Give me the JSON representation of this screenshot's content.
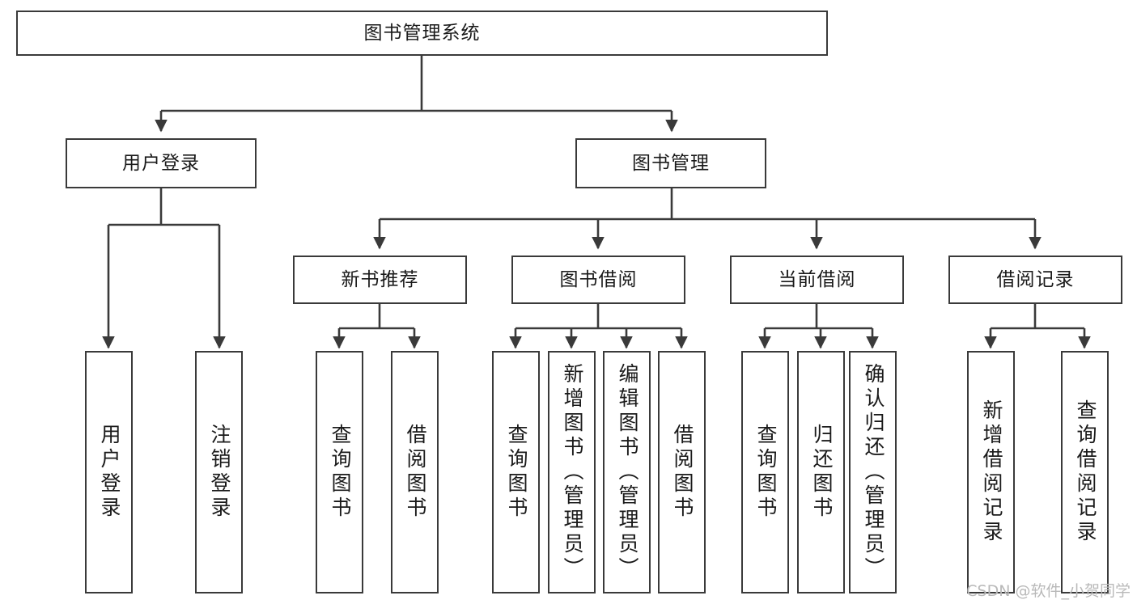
{
  "diagram": {
    "title_node": {
      "label": "图书管理系统"
    },
    "level2": [
      {
        "id": "user-login",
        "label": "用户登录"
      },
      {
        "id": "book-management",
        "label": "图书管理"
      }
    ],
    "level3": [
      {
        "id": "new-book-recommend",
        "label": "新书推荐"
      },
      {
        "id": "book-borrow",
        "label": "图书借阅"
      },
      {
        "id": "current-borrow",
        "label": "当前借阅"
      },
      {
        "id": "borrow-record",
        "label": "借阅记录"
      }
    ],
    "leaves": [
      {
        "id": "leaf-user-login",
        "label": "用户登录",
        "parent": "user-login"
      },
      {
        "id": "leaf-logout-login",
        "label": "注销登录",
        "parent": "user-login"
      },
      {
        "id": "leaf-query-book-1",
        "label": "查询图书",
        "parent": "new-book-recommend"
      },
      {
        "id": "leaf-borrow-book-1",
        "label": "借阅图书",
        "parent": "new-book-recommend"
      },
      {
        "id": "leaf-query-book-2",
        "label": "查询图书",
        "parent": "book-borrow"
      },
      {
        "id": "leaf-add-book",
        "label": "新增图书（管理员）",
        "parent": "book-borrow"
      },
      {
        "id": "leaf-edit-book",
        "label": "编辑图书（管理员）",
        "parent": "book-borrow"
      },
      {
        "id": "leaf-borrow-book-2",
        "label": "借阅图书",
        "parent": "book-borrow"
      },
      {
        "id": "leaf-query-book-3",
        "label": "查询图书",
        "parent": "current-borrow"
      },
      {
        "id": "leaf-return-book",
        "label": "归还图书",
        "parent": "current-borrow"
      },
      {
        "id": "leaf-confirm-return",
        "label": "确认归还（管理员）",
        "parent": "current-borrow"
      },
      {
        "id": "leaf-add-borrow-record",
        "label": "新增借阅记录",
        "parent": "borrow-record"
      },
      {
        "id": "leaf-query-borrow-record",
        "label": "查询借阅记录",
        "parent": "borrow-record"
      }
    ],
    "watermark": "CSDN @软件_小贺同学",
    "colors": {
      "stroke": "#3a3a3a",
      "fill": "#ffffff",
      "text": "#1a1a1a",
      "watermark": "#b9b9b9"
    }
  }
}
